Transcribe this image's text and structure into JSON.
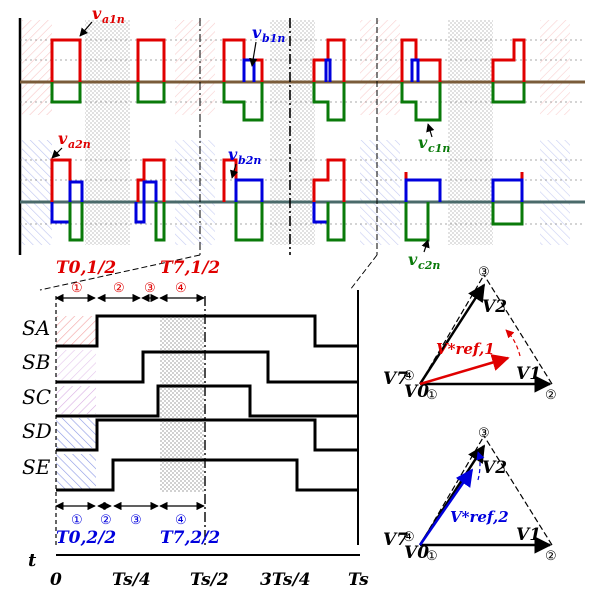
{
  "top_waveforms": {
    "row1": {
      "label_a": "v",
      "label_a_sub": "a1n",
      "label_b": "v",
      "label_b_sub": "b1n",
      "label_c": "v",
      "label_c_sub": "c1n"
    },
    "row2": {
      "label_a": "v",
      "label_a_sub": "a2n",
      "label_b": "v",
      "label_b_sub": "b2n",
      "label_c": "v",
      "label_c_sub": "c2n"
    },
    "colors": {
      "a": "#e00000",
      "b": "#0000dd",
      "c": "#0a7a0a"
    }
  },
  "timing": {
    "top_labels": {
      "t01": "T0,1/2",
      "t71": "T7,1/2"
    },
    "bottom_labels": {
      "t02": "T0,2/2",
      "t72": "T7,2/2"
    },
    "segment_marks_top": [
      "①",
      "②",
      "③",
      "④"
    ],
    "segment_marks_bottom": [
      "①",
      "②",
      "③",
      "④"
    ],
    "signals": [
      "SA",
      "SB",
      "SC",
      "SD",
      "SE"
    ],
    "axis": {
      "t_label": "t",
      "ticks": [
        "0",
        "Ts/4",
        "Ts/2",
        "3Ts/4",
        "Ts"
      ]
    }
  },
  "vector_diagram_1": {
    "v1": "V1",
    "v2": "V2",
    "v7": "V7",
    "v0": "V0",
    "vref": "V*ref,1",
    "marks": {
      "m1": "①",
      "m2": "②",
      "m3": "③",
      "m4": "④"
    }
  },
  "vector_diagram_2": {
    "v1": "V1",
    "v2": "V2",
    "v7": "V7",
    "v0": "V0",
    "vref": "V*ref,2",
    "marks": {
      "m1": "①",
      "m2": "②",
      "m3": "③",
      "m4": "④"
    }
  }
}
